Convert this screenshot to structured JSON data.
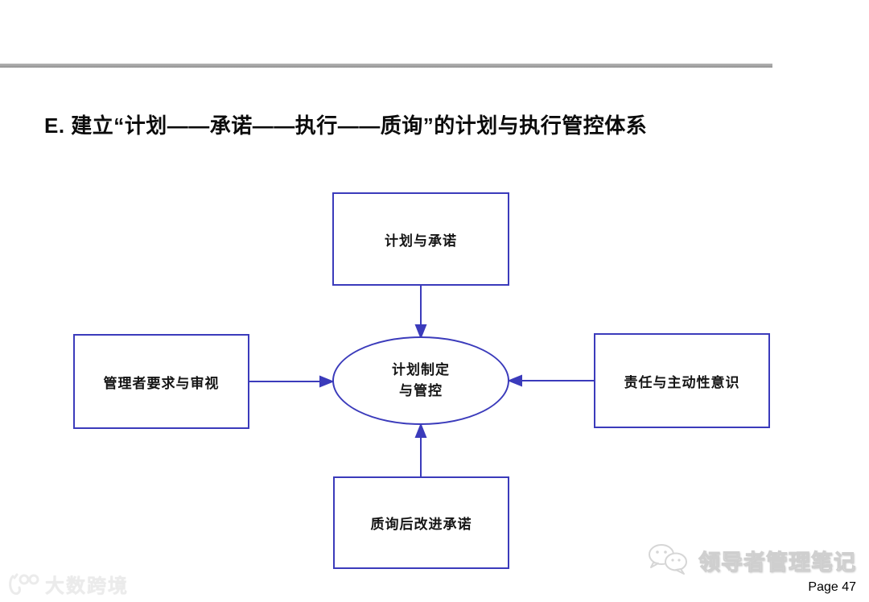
{
  "slide": {
    "title": "E. 建立“计划——承诺——执行——质询”的计划与执行管控体系",
    "page_label": "Page 47"
  },
  "diagram": {
    "top_box": "计划与承诺",
    "left_box": "管理者要求与审视",
    "right_box": "责任与主动性意识",
    "bottom_box": "质询后改进承诺",
    "center_ellipse": "计划制定\n与管控"
  },
  "watermark": {
    "brand": "大数跨境"
  },
  "footer_brand": {
    "name": "领导者管理笔记"
  },
  "colors": {
    "diagram_stroke": "#3b3bbb",
    "divider_gray": "#a3a3a3",
    "watermark_gray": "#ebebeb",
    "title_black": "#0b0b0b"
  }
}
